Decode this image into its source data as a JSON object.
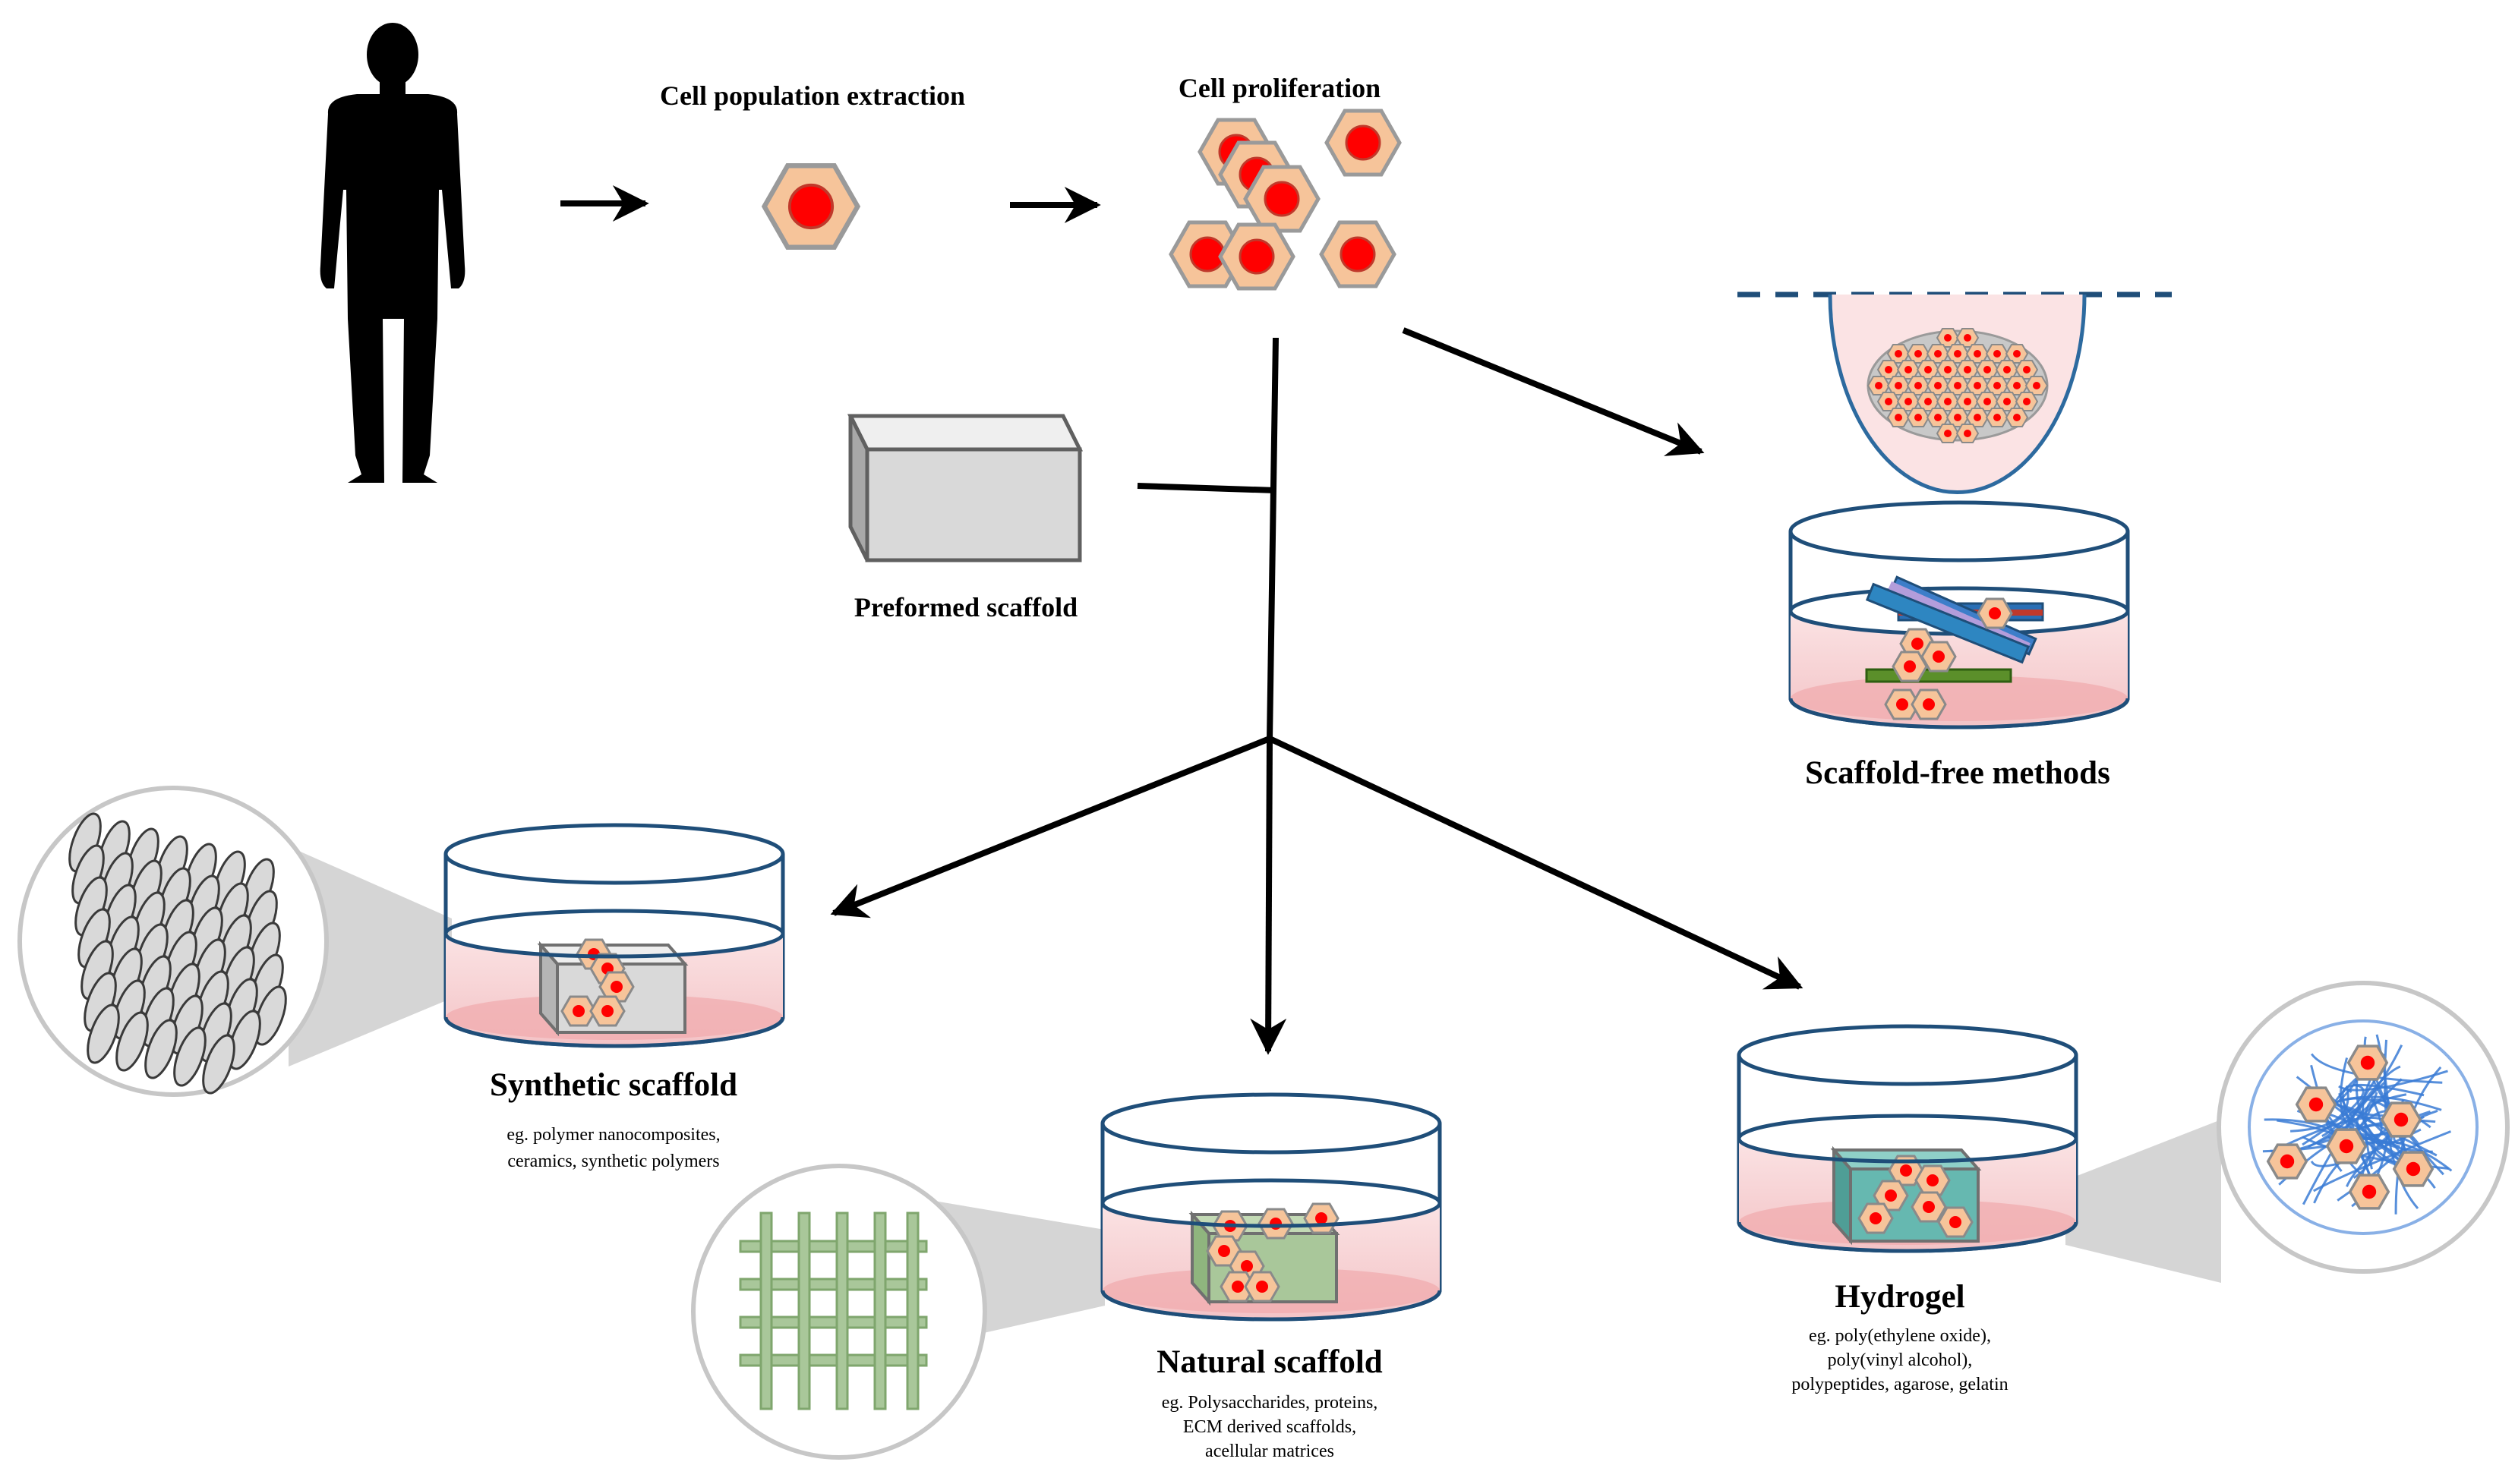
{
  "labels": {
    "extraction": "Cell population extraction",
    "proliferation": "Cell proliferation",
    "preformed": "Preformed scaffold",
    "scaffold_free": "Scaffold-free methods",
    "synthetic": "Synthetic scaffold",
    "natural": "Natural scaffold",
    "hydrogel": "Hydrogel"
  },
  "descriptions": {
    "synthetic": [
      "eg. polymer nanocomposites,",
      "ceramics, synthetic polymers"
    ],
    "natural": [
      "eg. Polysaccharides, proteins,",
      "ECM derived scaffolds,",
      "acellular matrices"
    ],
    "hydrogel": [
      "eg. poly(ethylene oxide),",
      "poly(vinyl alcohol),",
      "polypeptides, agarose, gelatin"
    ]
  },
  "colors": {
    "cell_fill": "#f6c49a",
    "cell_stroke": "#9a9a9a",
    "nucleus": "#ff0000",
    "dish_stroke": "#1f4e79",
    "medium": "#f7d4d6",
    "medium_bottom": "#f1a9ad",
    "scaffold_gray": "#d9d9d9",
    "natural_green": "#a9c79a",
    "hydrogel_teal": "#66b8b0",
    "hydrogel_fiber": "#3a7bd5",
    "human": "#000000"
  }
}
